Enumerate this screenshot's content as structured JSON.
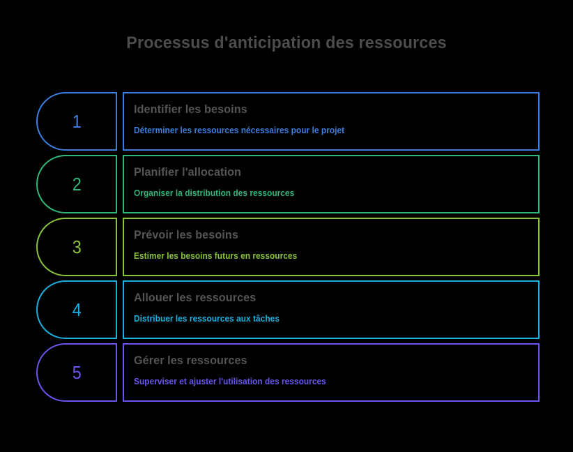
{
  "header": {
    "title": "Processus d'anticipation des ressources",
    "title_color": "#4d4d4d"
  },
  "steps": {
    "title_color": "#555555",
    "items": [
      {
        "number": "1",
        "title": "Identifier les besoins",
        "description": "Déterminer les ressources nécessaires pour le projet",
        "color": "#3d7fe0"
      },
      {
        "number": "2",
        "title": "Planifier l'allocation",
        "description": "Organiser la distribution des ressources",
        "color": "#2eb87a"
      },
      {
        "number": "3",
        "title": "Prévoir les besoins",
        "description": "Estimer les besoins futurs en ressources",
        "color": "#8ac43c"
      },
      {
        "number": "4",
        "title": "Allouer les ressources",
        "description": "Distribuer les ressources aux tâches",
        "color": "#1ab0e0"
      },
      {
        "number": "5",
        "title": "Gérer les ressources",
        "description": "Superviser et ajuster l'utilisation des ressources",
        "color": "#6a56f0"
      }
    ]
  }
}
